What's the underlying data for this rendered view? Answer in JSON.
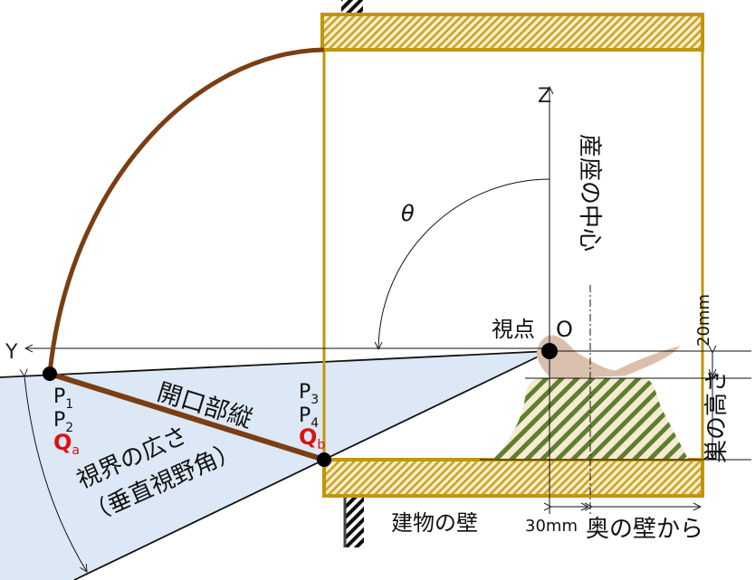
{
  "labels": {
    "z_axis": "Z",
    "y_axis": "Y",
    "theta": "θ",
    "viewpoint": "視点",
    "origin": "O",
    "nest_center": "産座の中心",
    "opening_vertical": "開口部縦",
    "field_of_view_line1": "視界の広さ",
    "field_of_view_line2": "（垂直視野角）",
    "building_wall": "建物の壁",
    "from_back_wall": "奥の壁から",
    "dim_30mm": "30mm",
    "dim_20mm": "20mm",
    "nest_height": "巣の高さ",
    "p1": "P",
    "p1_sub": "1",
    "p2": "P",
    "p2_sub": "2",
    "qa": "Q",
    "qa_sub": "a",
    "p3": "P",
    "p3_sub": "3",
    "p4": "P",
    "p4_sub": "4",
    "qb": "Q",
    "qb_sub": "b"
  },
  "colors": {
    "box": "#c0960a",
    "door": "#7a3e12",
    "fov": "#dce8f5",
    "q_label": "#e01010",
    "nest": "#5e7f2e",
    "bird": "#d8bfae"
  }
}
